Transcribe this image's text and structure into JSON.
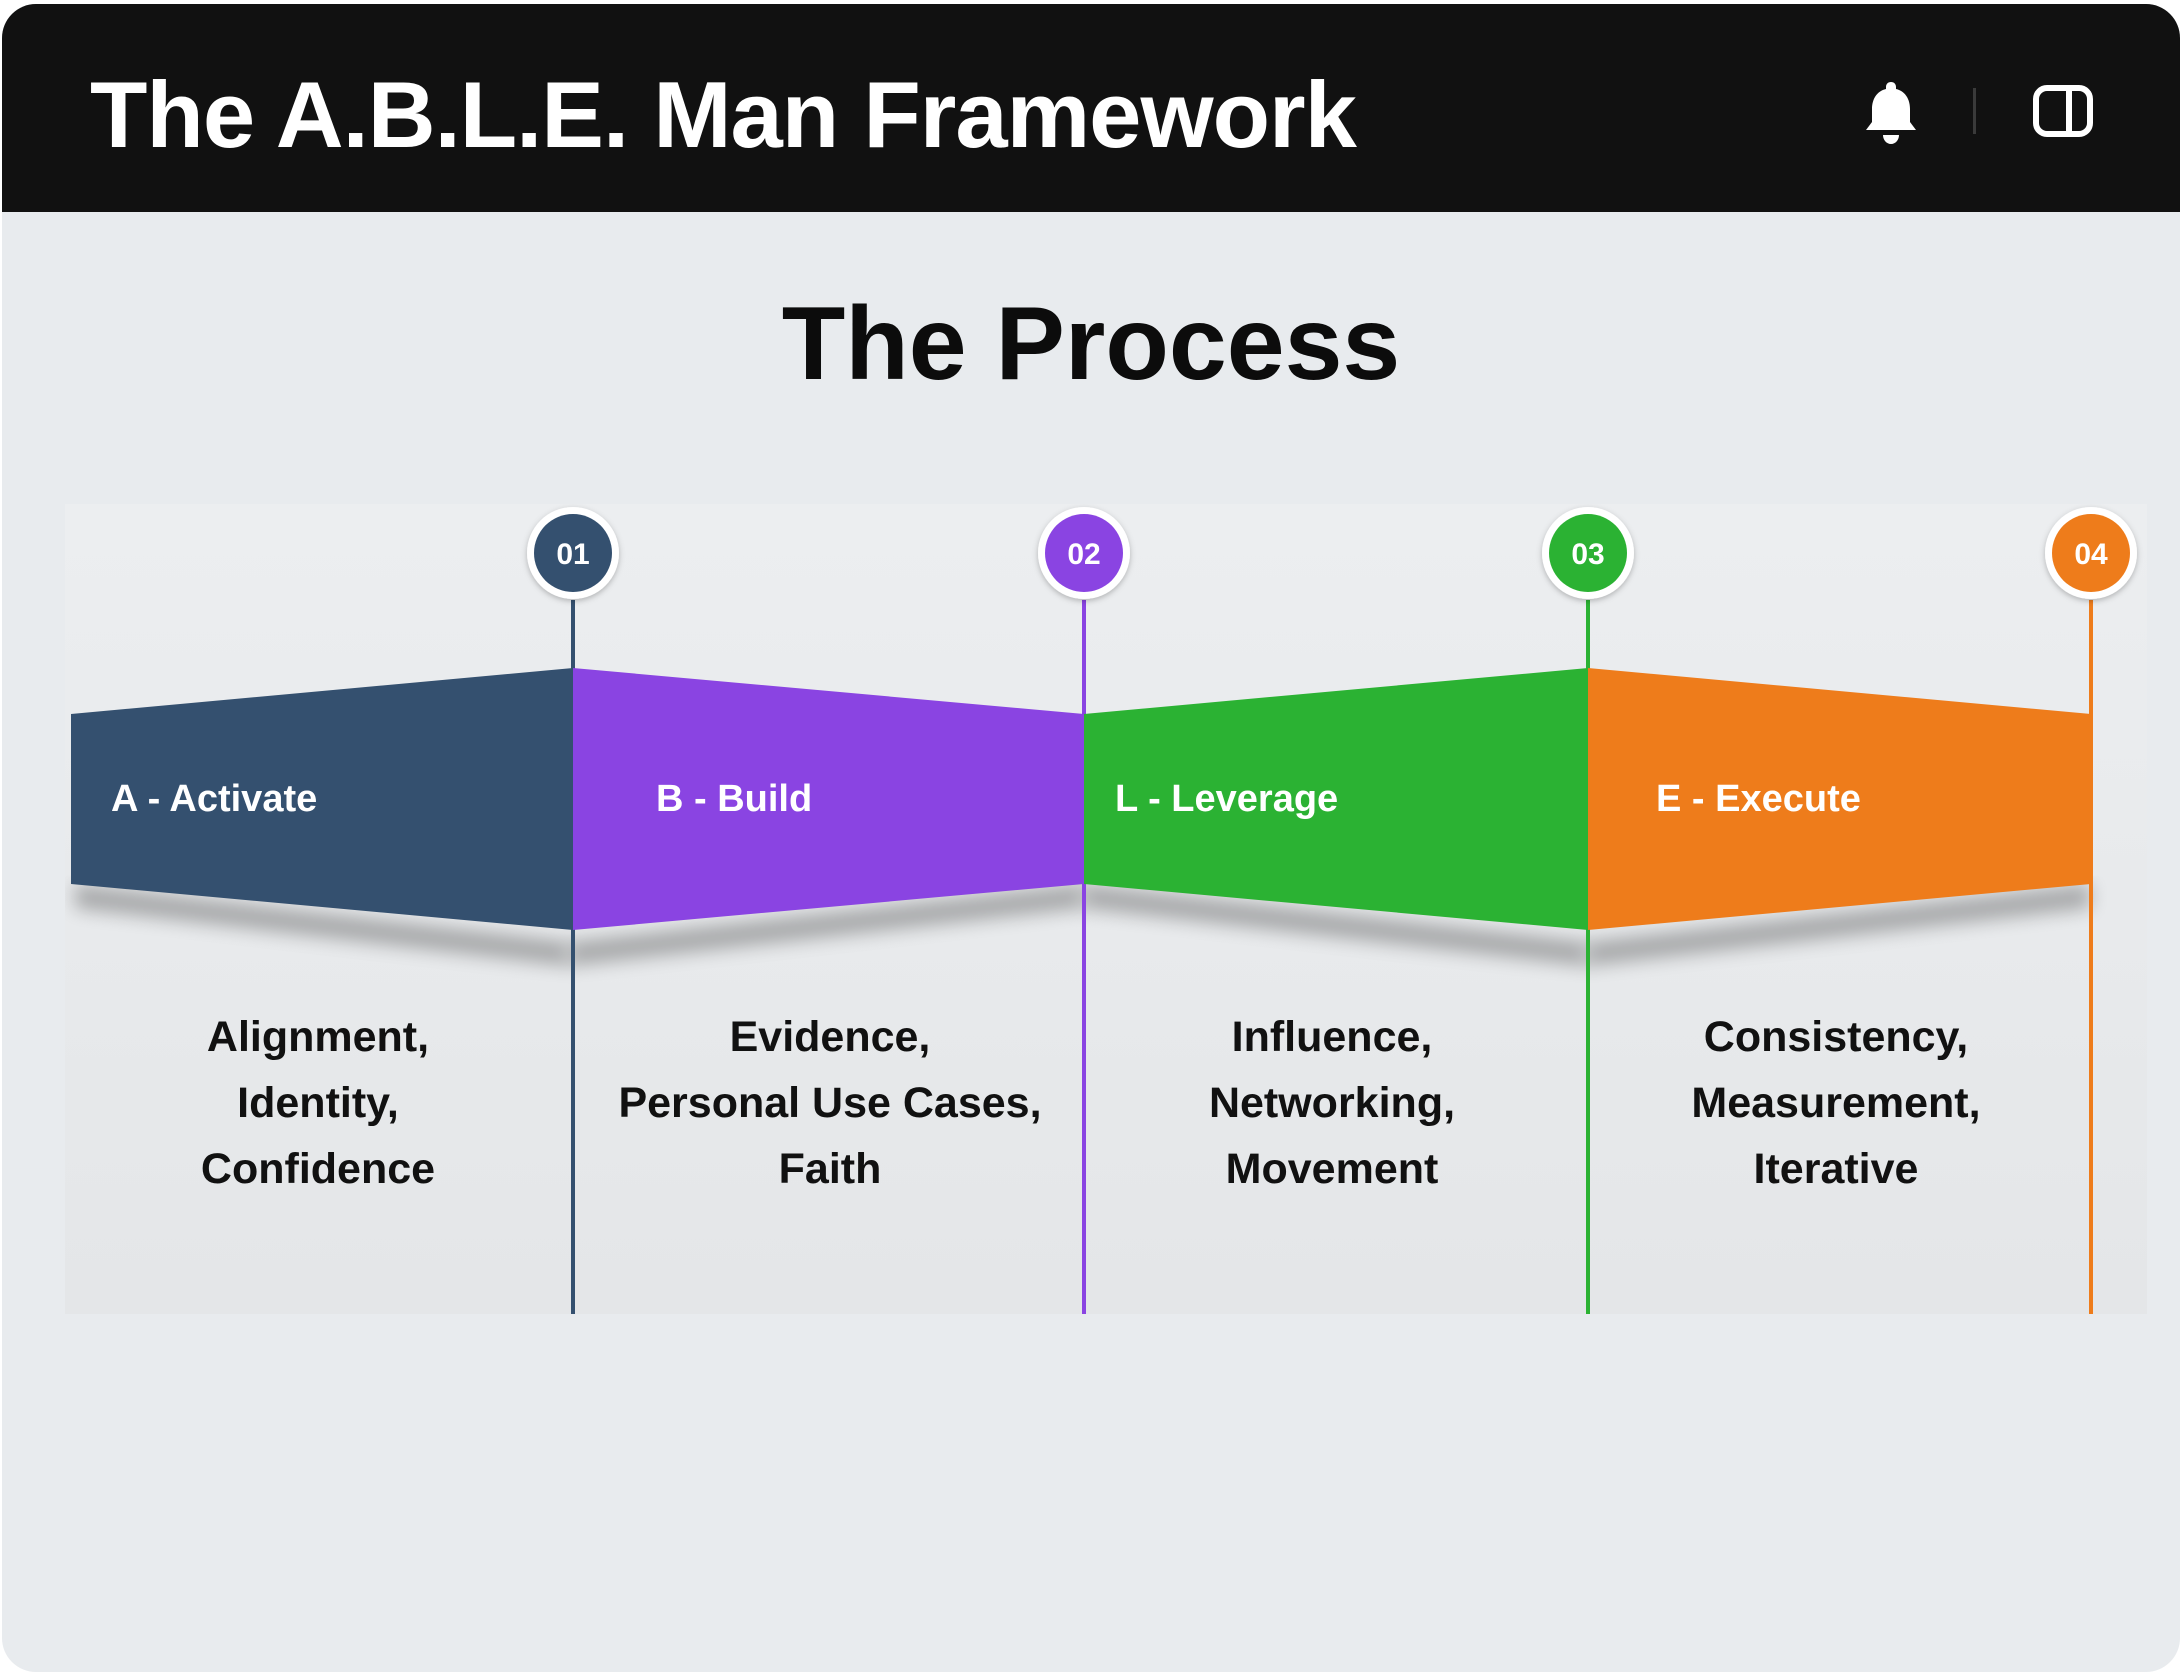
{
  "app": {
    "title": "The A.B.L.E. Man Framework",
    "icons": {
      "notifications": "bell-icon",
      "panel": "sidebar-toggle-icon"
    }
  },
  "slide": {
    "title": "The Process",
    "steps": [
      {
        "number": "01",
        "label": "A - Activate",
        "color": "#34506f",
        "description": [
          "Alignment,",
          "Identity,",
          "Confidence"
        ]
      },
      {
        "number": "02",
        "label": "B - Build",
        "color": "#8a44e2",
        "description": [
          "Evidence,",
          "Personal Use Cases,",
          "Faith"
        ]
      },
      {
        "number": "03",
        "label": "L - Leverage",
        "color": "#2bb233",
        "description": [
          "Influence,",
          "Networking,",
          "Movement"
        ]
      },
      {
        "number": "04",
        "label": "E - Execute",
        "color": "#ee7c1b",
        "description": [
          "Consistency,",
          "Measurement,",
          "Iterative"
        ]
      }
    ]
  }
}
